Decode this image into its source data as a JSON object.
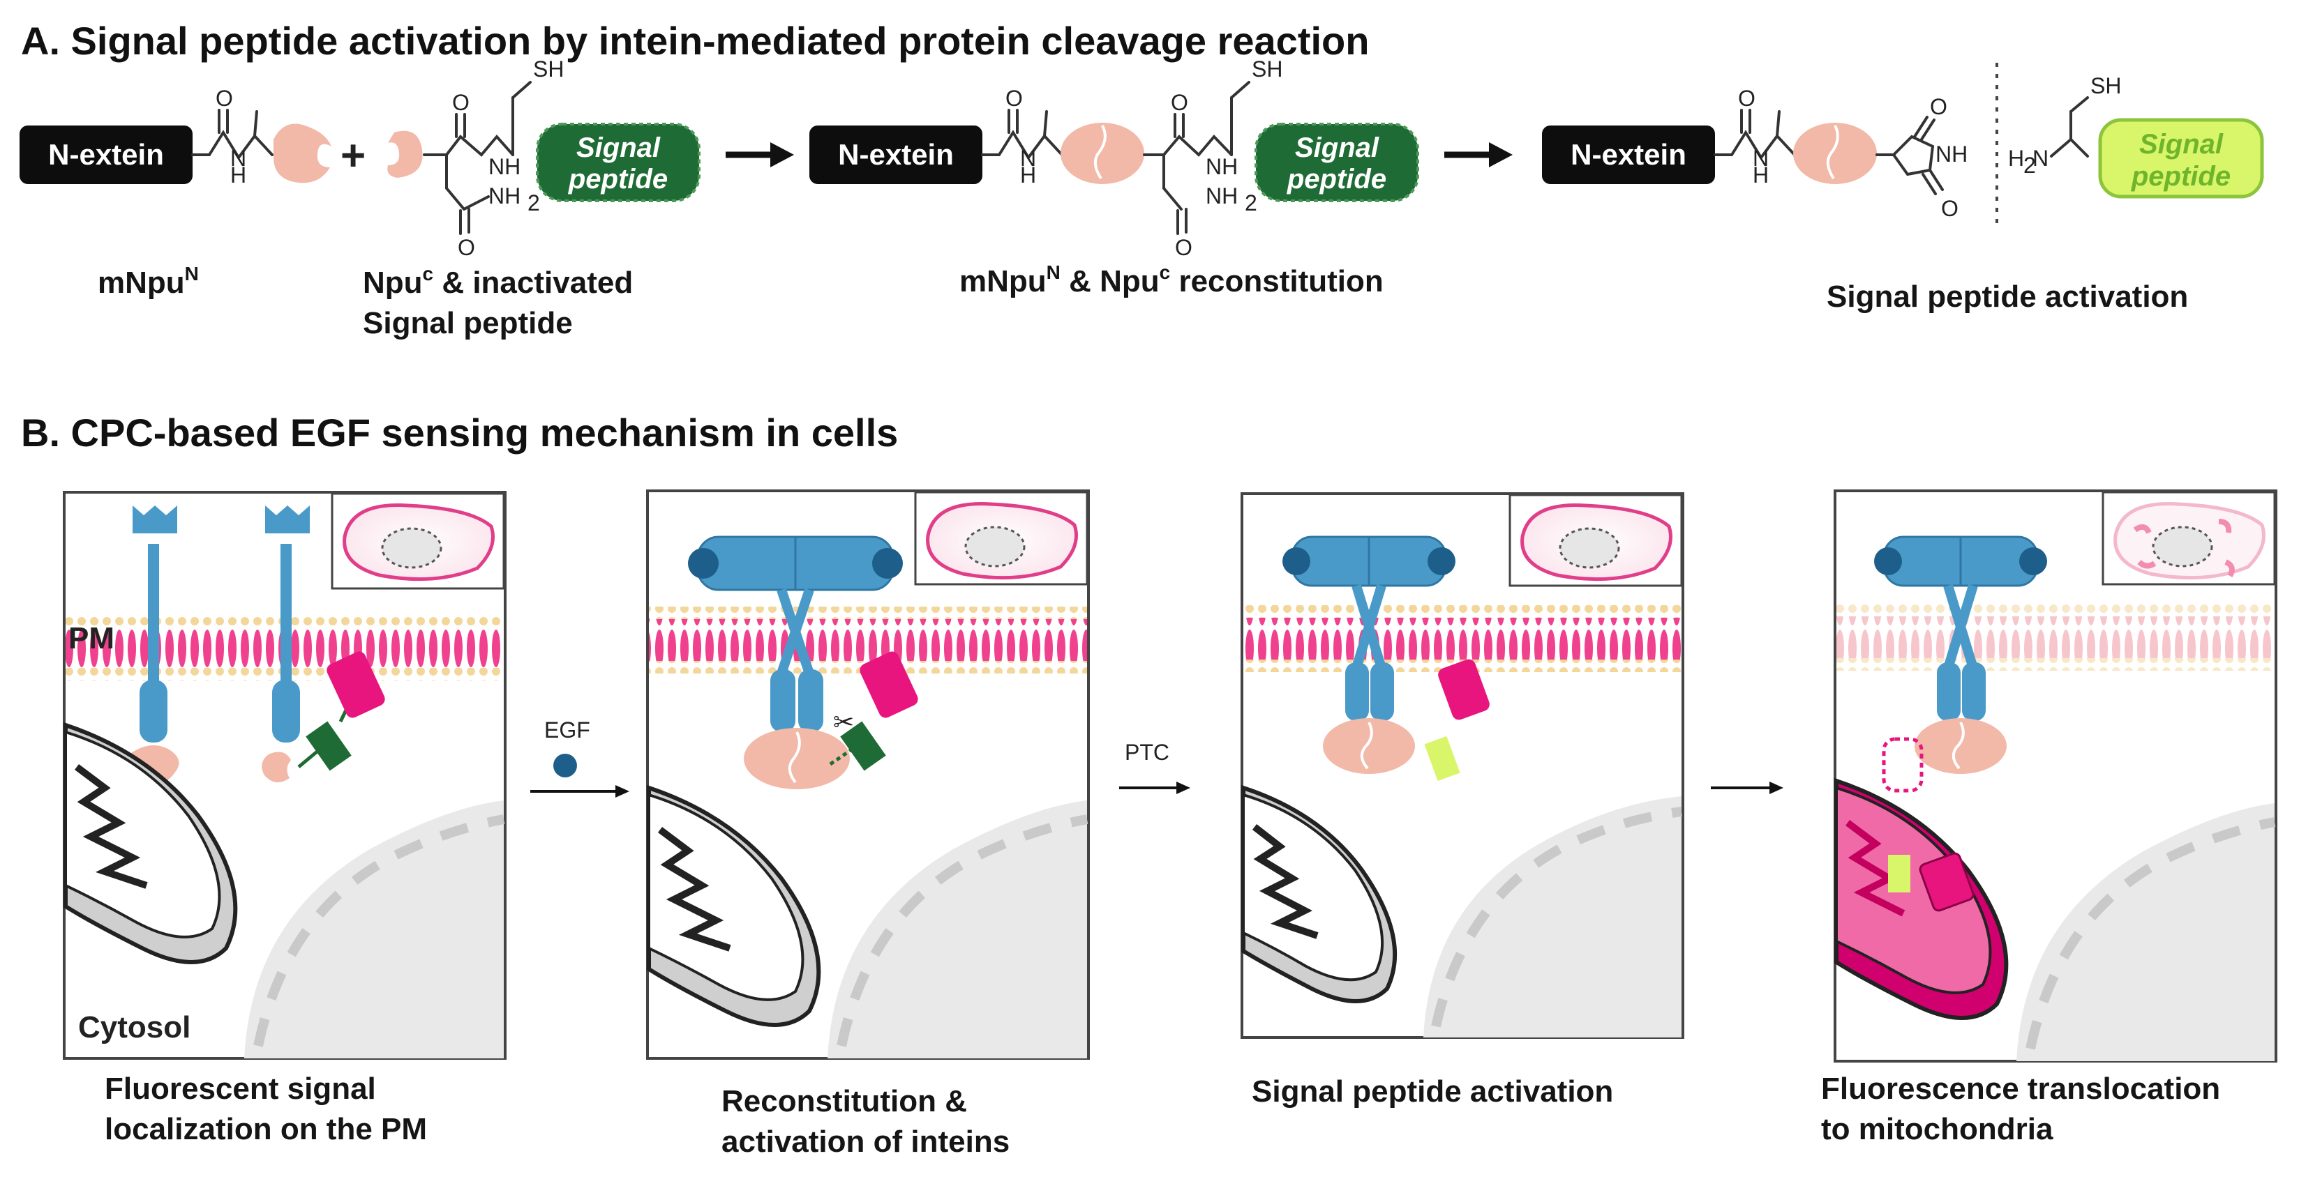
{
  "panel_a": {
    "title": "A. Signal peptide activation by intein-mediated protein cleavage reaction",
    "n_extein": "N-extein",
    "signal_line1": "Signal",
    "signal_line2": "peptide",
    "plus": "+",
    "atoms": {
      "o": "O",
      "h": "H",
      "n": "N",
      "sh": "SH",
      "nh": "NH",
      "nh2": "NH",
      "nh2_sub": "2",
      "h2n": "H",
      "h2n_sub": "2",
      "h2n_tail": "N"
    },
    "captions": {
      "c1_main": "mNpu",
      "c1_sup": "N",
      "c2_l1_main": "Npu",
      "c2_l1_sup": "c",
      "c2_l1_rest": " & inactivated",
      "c2_l2": "Signal peptide",
      "c3_a": "mNpu",
      "c3_a_sup": "N",
      "c3_b": " & Npu",
      "c3_b_sup": "c",
      "c3_c": " reconstitution",
      "c4": "Signal peptide activation"
    }
  },
  "panel_b": {
    "title": "B. CPC-based EGF sensing mechanism in cells",
    "pm_label": "PM",
    "cytosol_label": "Cytosol",
    "egf_label": "EGF",
    "ptc_label": "PTC",
    "captions": {
      "p1_l1": "Fluorescent signal",
      "p1_l2": "localization on the PM",
      "p2_l1": "Reconstitution &",
      "p2_l2": "activation of inteins",
      "p3_l1": "Signal peptide activation",
      "p4_l1": "Fluorescence translocation",
      "p4_l2": "to mitochondria"
    }
  },
  "colors": {
    "extein_black": "#0d0d0d",
    "signal_green": "#1f6b35",
    "signal_active": "#d9f56a",
    "intein_pink": "#f2b8a8",
    "receptor_blue": "#4a9ac9",
    "egf_ball": "#1d5f8a",
    "membrane_pink": "#f0418f",
    "membrane_head": "#f3d79a",
    "fluor_magenta": "#e8157f"
  }
}
